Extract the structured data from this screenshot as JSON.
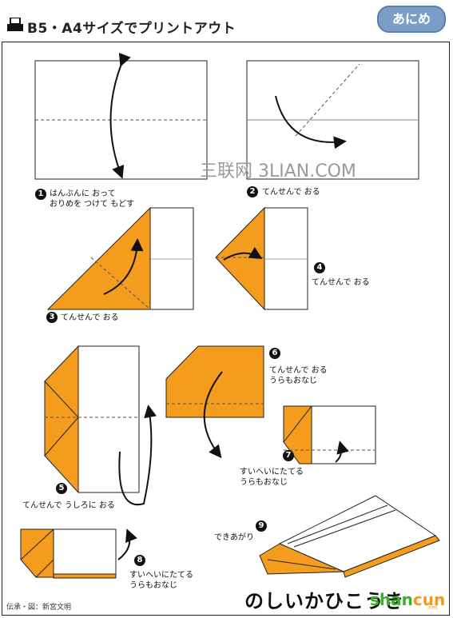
{
  "header": {
    "title": "B5・A4サイズでプリントアウト",
    "badge": "あにめ",
    "printer_icon": "printer-icon"
  },
  "colors": {
    "paper_orange": "#f39c1e",
    "line": "#222222",
    "badge": "#7a9ec8"
  },
  "steps": [
    {
      "num": "1",
      "text_line1": "はんぶんに おって",
      "text_line2": "おりめを つけて もどす"
    },
    {
      "num": "2",
      "text_line1": "てんせんで おる"
    },
    {
      "num": "3",
      "text_line1": "てんせんで おる"
    },
    {
      "num": "4",
      "text_line1": "てんせんで おる"
    },
    {
      "num": "5",
      "text_line1": "てんせんで うしろに おる"
    },
    {
      "num": "6",
      "text_line1": "てんせんで おる",
      "text_line2": "うらもおなじ"
    },
    {
      "num": "7",
      "text_line1": "すいへいにたてる",
      "text_line2": "うらもおなじ"
    },
    {
      "num": "8",
      "text_line1": "すいへいにたてる",
      "text_line2": "うらもおなじ"
    },
    {
      "num": "9",
      "text_line1": "できあがり"
    }
  ],
  "watermark": "三联网 3LIAN.COM",
  "credit": "伝承・図：新宮文明",
  "title": "のしいかひこうき",
  "shancun": {
    "shan": "shan",
    "cun": "cun",
    "net": ".net"
  }
}
